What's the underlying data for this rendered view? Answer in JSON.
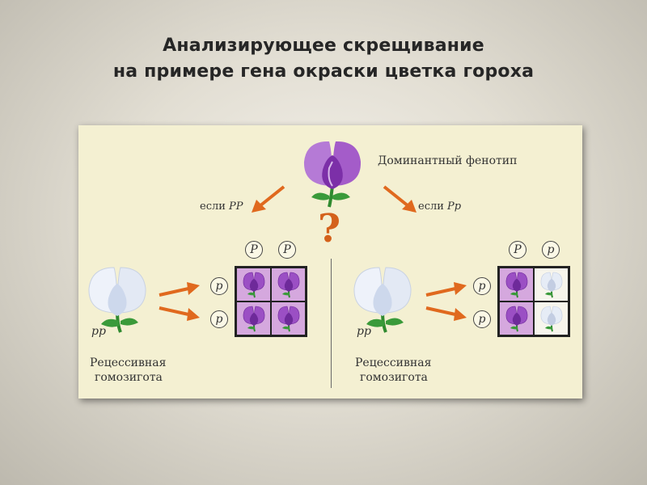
{
  "title": {
    "line1": "Анализирующее скрещивание",
    "line2": "на примере гена окраски цветка гороха"
  },
  "diagram": {
    "dominant_label": "Доминантный фенотип",
    "question_mark": "?",
    "colors": {
      "purple_flower": "#9b4fc4",
      "white_flower": "#e6ecf6",
      "arrow": "#e0691e",
      "panel": "#f4f0d2"
    },
    "left": {
      "condition_prefix": "если ",
      "condition_genotype": "PP",
      "parent_genotype": "pp",
      "parent_label_line1": "Рецессивная",
      "parent_label_line2": "гомозигота",
      "gametes_top": [
        "P",
        "P"
      ],
      "gametes_side": [
        "p",
        "p"
      ],
      "offspring": [
        "purple",
        "purple",
        "purple",
        "purple"
      ]
    },
    "right": {
      "condition_prefix": "если ",
      "condition_genotype": "Pp",
      "parent_genotype": "pp",
      "parent_label_line1": "Рецессивная",
      "parent_label_line2": "гомозигота",
      "gametes_top": [
        "P",
        "p"
      ],
      "gametes_side": [
        "p",
        "p"
      ],
      "offspring": [
        "purple",
        "white",
        "purple",
        "white"
      ]
    }
  }
}
